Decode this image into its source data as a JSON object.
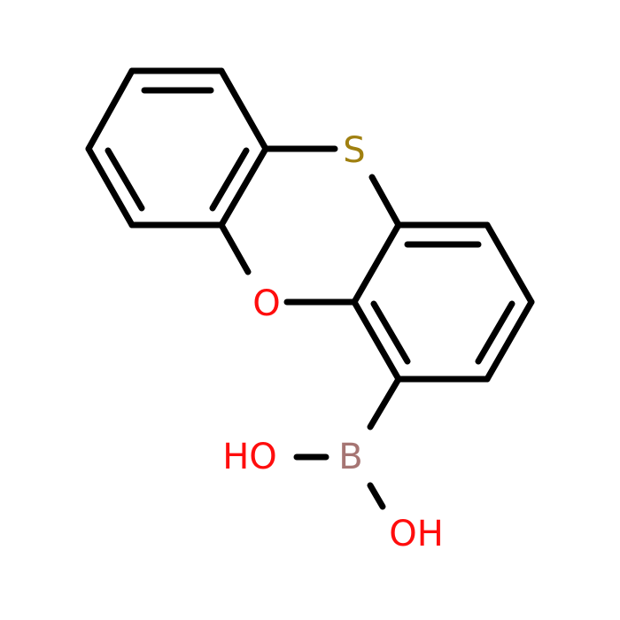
{
  "molecule": {
    "atoms": {
      "sulfur": {
        "symbol": "S",
        "color": "#a08010"
      },
      "oxygen_ring": {
        "symbol": "O",
        "color": "#ff0d0d"
      },
      "boron": {
        "symbol": "B",
        "color": "#a67573"
      },
      "hydroxyl_left": {
        "symbol": "HO",
        "color": "#ff0d0d"
      },
      "hydroxyl_bottom": {
        "symbol": "OH",
        "color": "#ff0d0d"
      }
    },
    "bond_color": "#000000"
  }
}
